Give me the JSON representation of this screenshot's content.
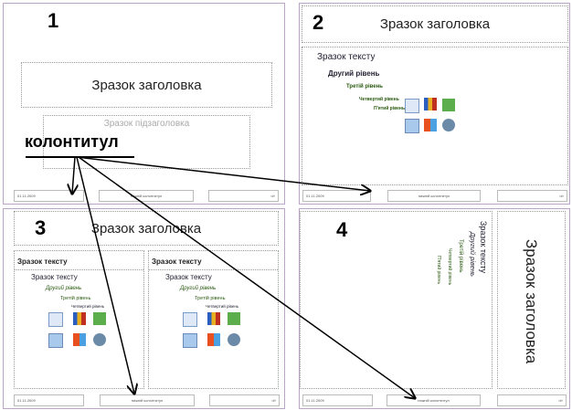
{
  "labels": {
    "n1": "1",
    "n2": "2",
    "n3": "3",
    "n4": "4",
    "callout": "колонтитул"
  },
  "slide": {
    "title": "Зразок заголовка",
    "subtitle": "Зразок підзаголовка",
    "text_header": "Зразок тексту",
    "levels": [
      "Зразок тексту",
      "Другий рівень",
      "Третій рівень",
      "Четвертий рівень",
      "П'ятий рівень"
    ],
    "footer": {
      "date": "01.11.2009",
      "center": "нижній колонтитул",
      "page": "‹#›"
    }
  },
  "colors": {
    "slide_border": "#b9a6c6",
    "arrow": "#000000"
  }
}
